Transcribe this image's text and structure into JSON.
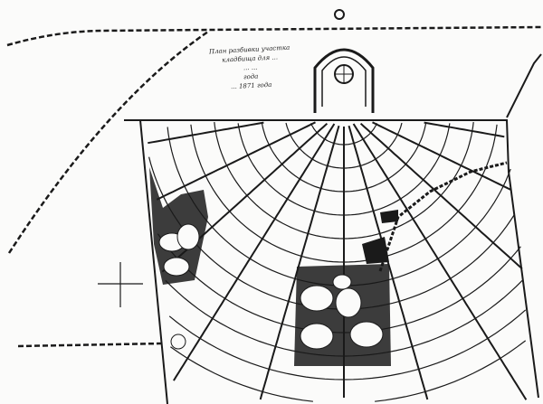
{
  "title_block": {
    "lines": [
      "План разбивки участка",
      "кладбища для ...",
      "... ...",
      "года",
      "... 1871 года"
    ]
  },
  "colors": {
    "ink": "#1a1a1a",
    "paper": "#fbfbfa"
  },
  "features": [
    "railway-dashed-lines",
    "chapel",
    "radial-cemetery-plots",
    "stream",
    "compass-cross",
    "wooded-areas"
  ]
}
